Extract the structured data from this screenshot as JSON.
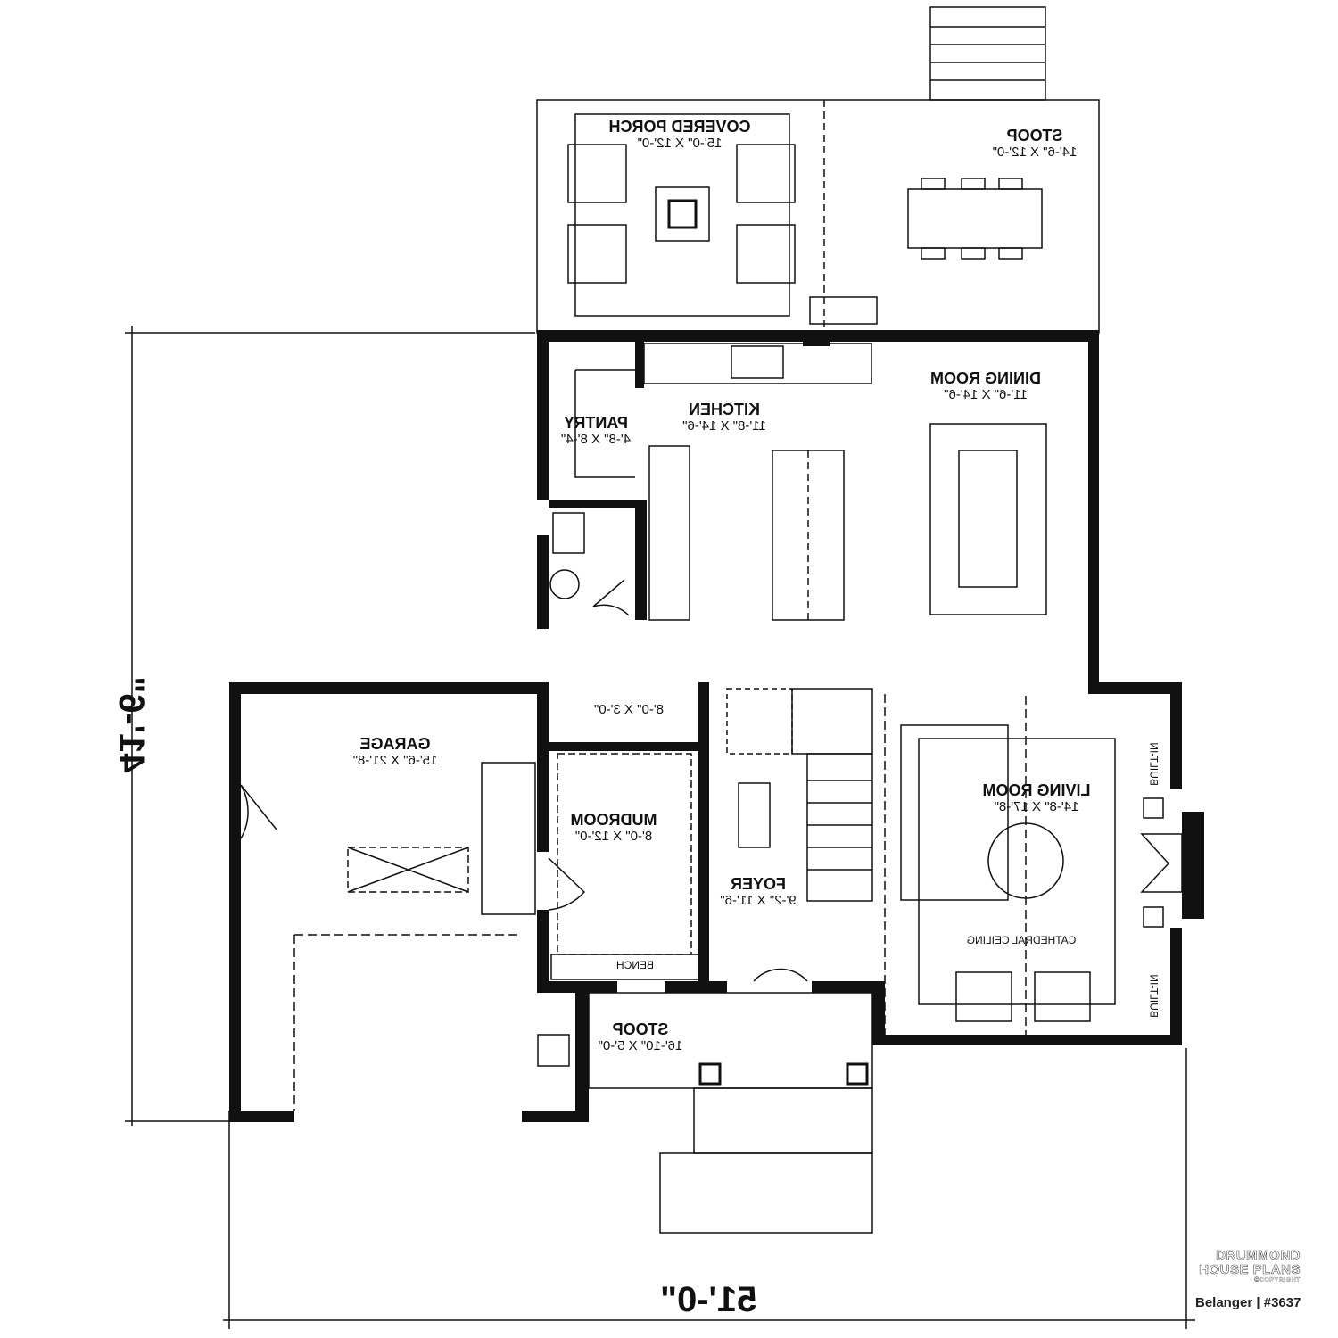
{
  "rooms": {
    "covered_porch": {
      "name": "COVERED PORCH",
      "size": "15'-0\" X 12'-0\""
    },
    "rear_stoop": {
      "name": "STOOP",
      "size": "14'-6\" X 12'-0\""
    },
    "dining_room": {
      "name": "DINING ROOM",
      "size": "11'-6\" X 14'-6\""
    },
    "kitchen": {
      "name": "KITCHEN",
      "size": "11'-8\" X 14'-6\""
    },
    "pantry": {
      "name": "PANTRY",
      "size": "4'-8\" X 8'-4\""
    },
    "closet": {
      "size": "8'-0\" X 3'-0\""
    },
    "garage": {
      "name": "GARAGE",
      "size": "15'-6\" X 21'-8\""
    },
    "mudroom": {
      "name": "MUDROOM",
      "size": "8'-0\" X 12'-0\""
    },
    "foyer": {
      "name": "FOYER",
      "size": "9'-2\" X 11'-6\""
    },
    "living_room": {
      "name": "LIVING ROOM",
      "size": "14'-8\" X 17'-8\""
    },
    "front_stoop": {
      "name": "STOOP",
      "size": "16'-10\" X 5'-0\""
    }
  },
  "annotations": {
    "cathedral_ceiling": "CATHEDRAL CEILING",
    "built_in_top": "BUILT-IN",
    "built_in_bottom": "BUILT-IN",
    "bench": "BENCH"
  },
  "dimensions": {
    "depth": "41'-6\"",
    "width": "51'-0\""
  },
  "branding": {
    "line1": "DRUMMOND",
    "line2": "HOUSE PLANS",
    "copyright": "©COPYRIGHT",
    "plan": "Belanger | #3637"
  }
}
